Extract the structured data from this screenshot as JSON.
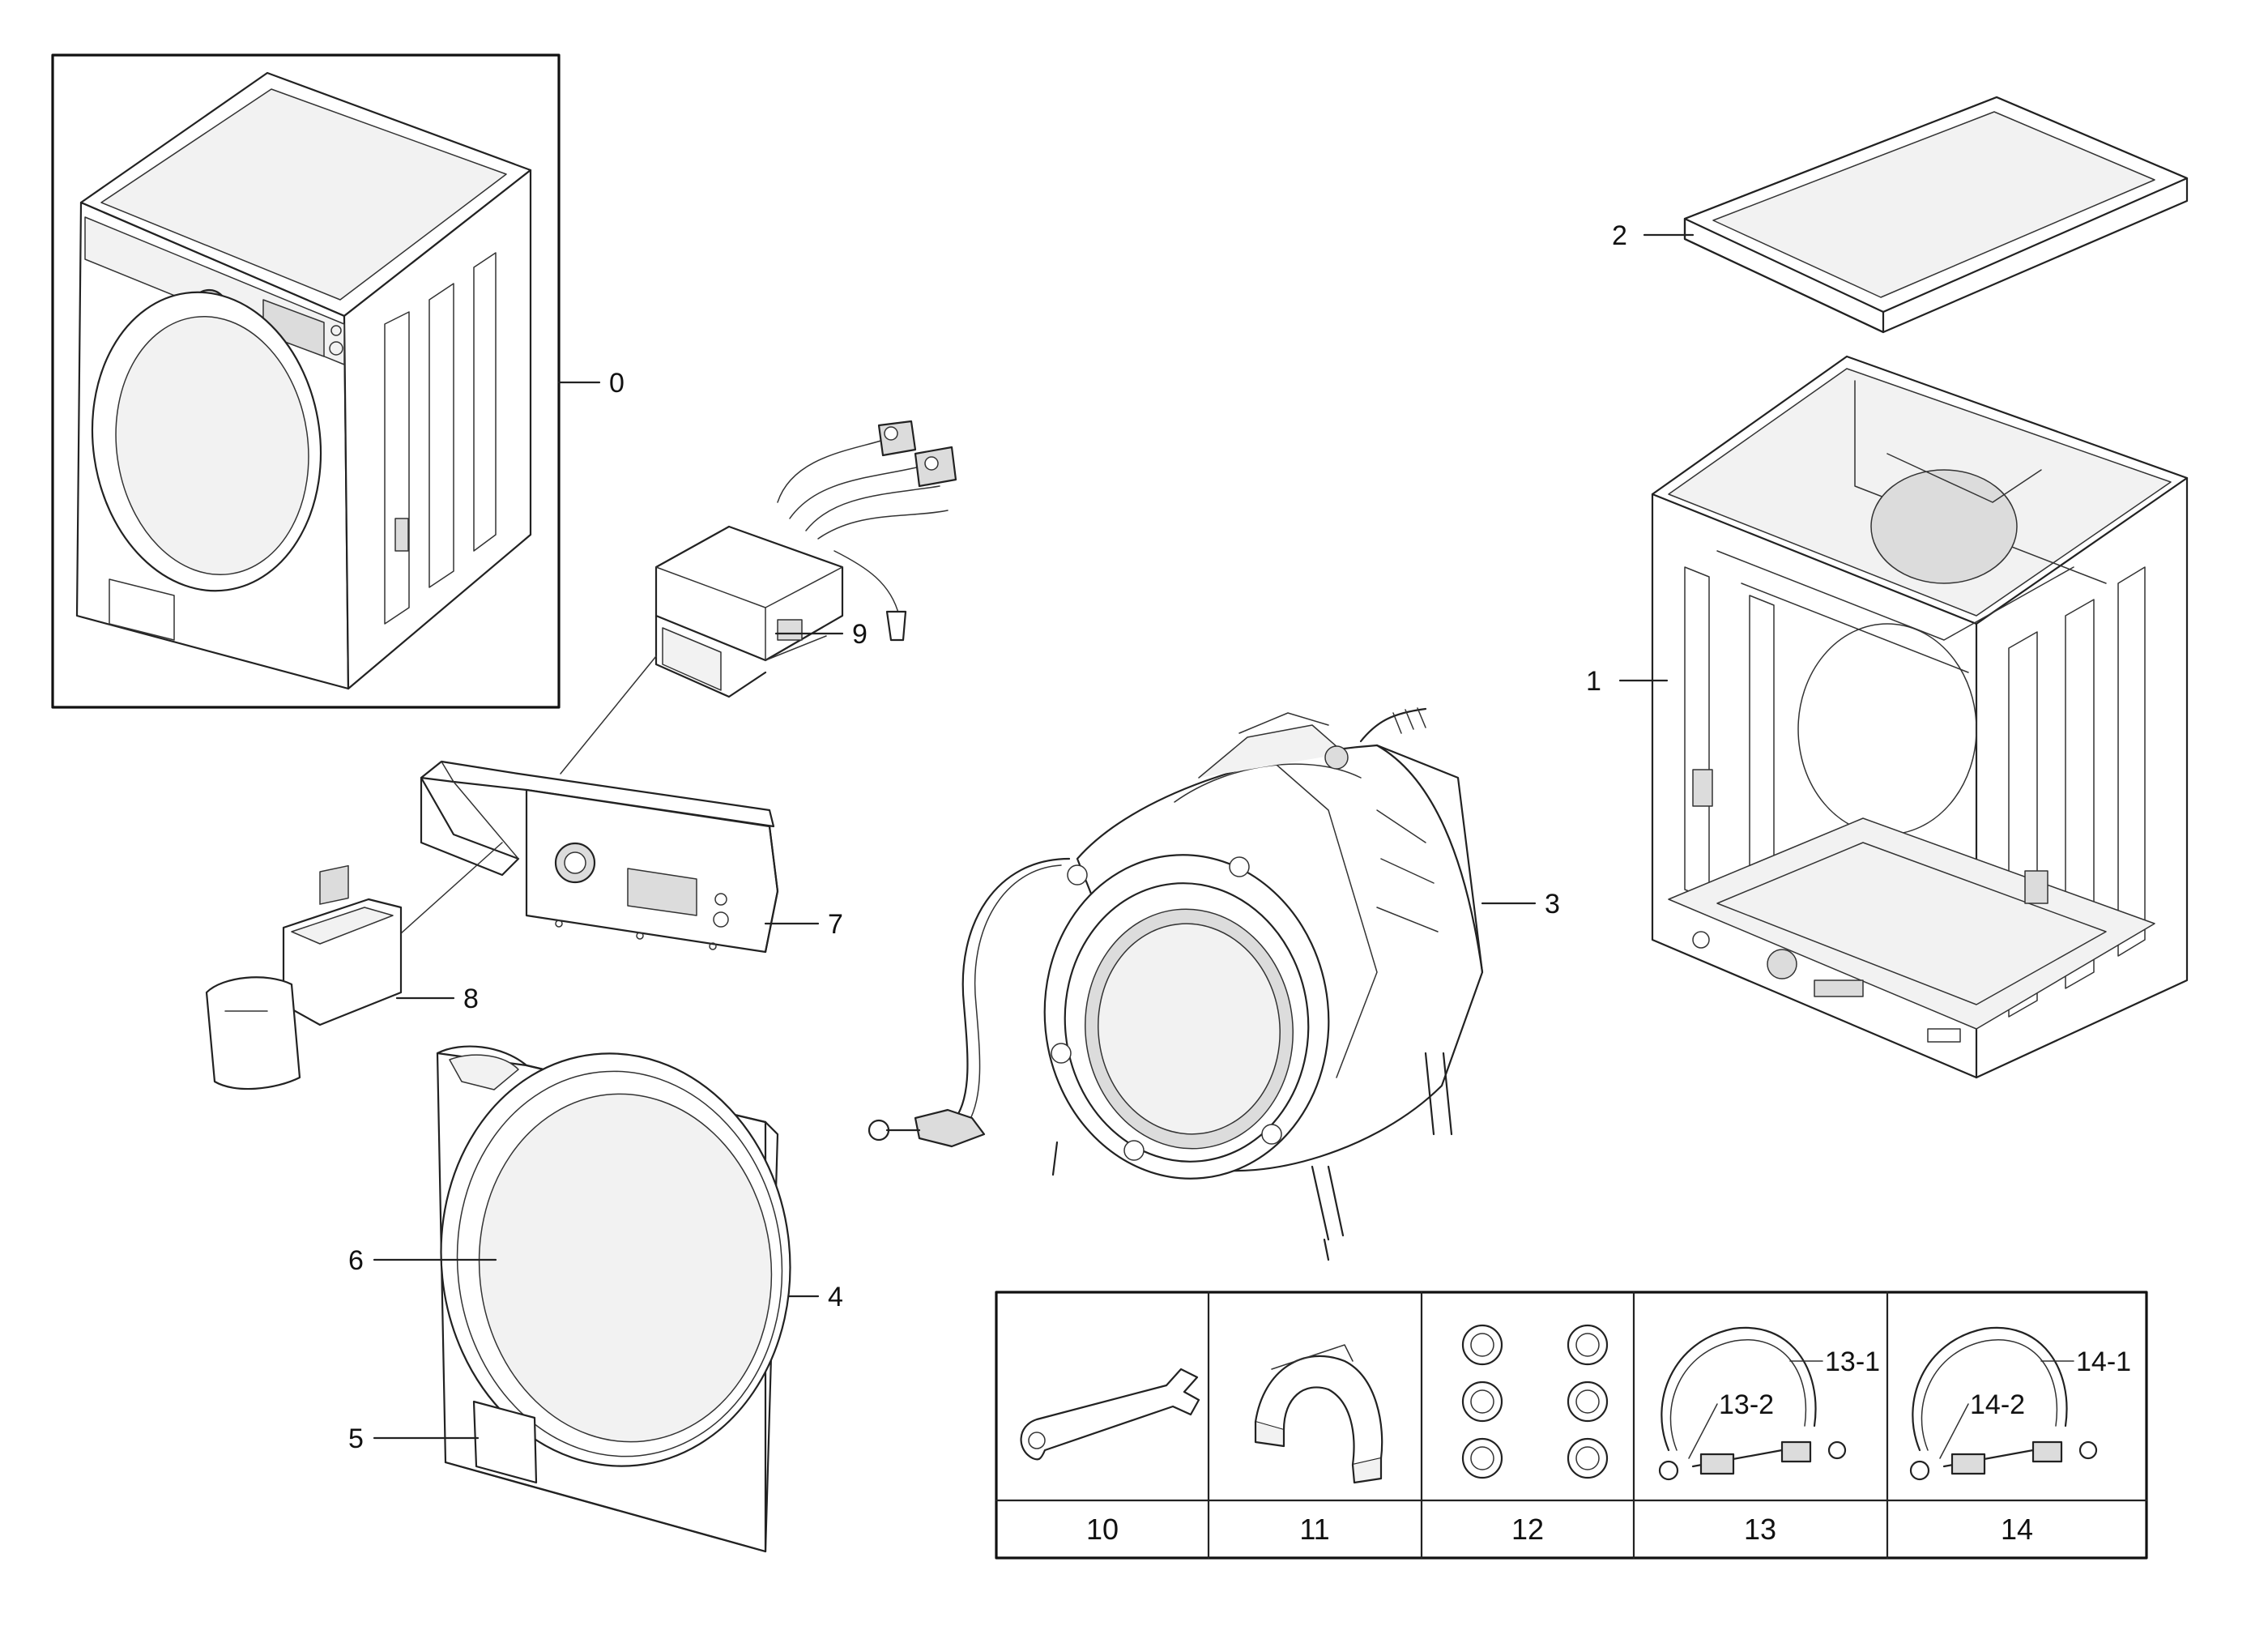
{
  "callouts": {
    "c0": "0",
    "c1": "1",
    "c2": "2",
    "c3": "3",
    "c4": "4",
    "c5": "5",
    "c6": "6",
    "c7": "7",
    "c8": "8",
    "c9": "9"
  },
  "accessories": {
    "cells": [
      {
        "label": "10"
      },
      {
        "label": "11"
      },
      {
        "label": "12"
      },
      {
        "label": "13"
      },
      {
        "label": "14"
      }
    ],
    "sub": {
      "s13_1": "13-1",
      "s13_2": "13-2",
      "s14_1": "14-1",
      "s14_2": "14-2"
    }
  }
}
